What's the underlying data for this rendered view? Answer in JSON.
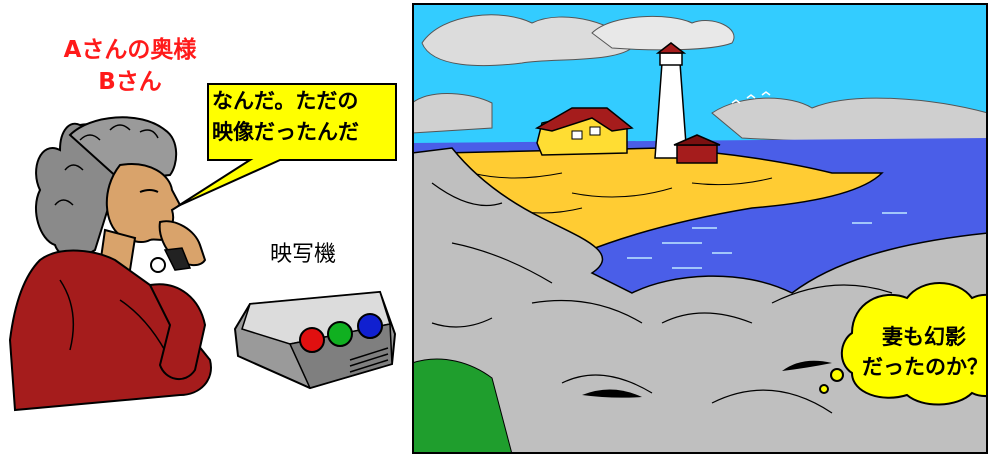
{
  "left_panel": {
    "name_line1": "Aさんの奥様",
    "name_line2": "Bさん",
    "speech_line1": "なんだ。ただの",
    "speech_line2": "映像だったんだ",
    "projector_label": "映写機"
  },
  "scene": {
    "thought_line1": "妻も幻影",
    "thought_line2": "だったのか？"
  },
  "colors": {
    "name_text": "#ff1a1a",
    "bubble_fill": "#ffff00",
    "sky": "#33ccff",
    "sea": "#4a5ee8",
    "sand": "#ffcc33",
    "rock": "#bfbfbf",
    "grass": "#1f9e2d",
    "shirt": "#a51c1c",
    "button_red": "#e01010",
    "button_green": "#10b020",
    "button_blue": "#1020d0"
  }
}
